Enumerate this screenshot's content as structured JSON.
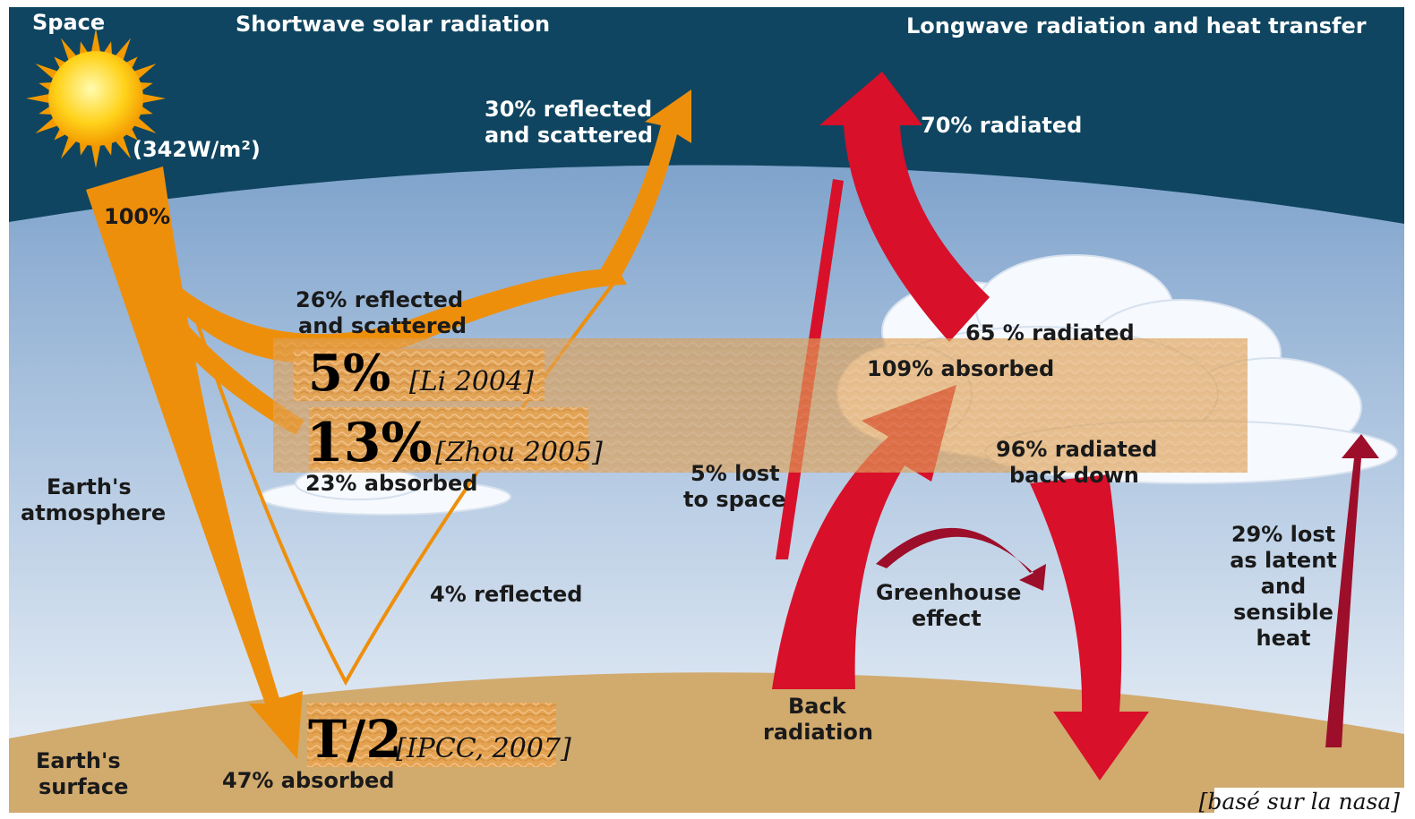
{
  "colors": {
    "space": "#0f4560",
    "atmosphere_top": "#7fa3cc",
    "atmosphere_bottom": "#e6eef7",
    "surface": "#d1aa6e",
    "shortwave_arrow": "#ee8f0c",
    "longwave_arrow": "#d8102a",
    "latent_arrow": "#9c0e2a",
    "overlay_box": "#e7a24e"
  },
  "headers": {
    "space": "Space",
    "shortwave": "Shortwave solar radiation",
    "longwave": "Longwave radiation and heat transfer"
  },
  "sun": {
    "icon": "sun-icon",
    "flux": "(342W/m²)"
  },
  "shortwave": {
    "incoming": "100%",
    "reflected_30": [
      "30% reflected",
      "and scattered"
    ],
    "reflected_26": [
      "26% reflected",
      "and scattered"
    ],
    "absorbed_23": "23% absorbed",
    "reflected_4": "4% reflected",
    "absorbed_47": "47% absorbed"
  },
  "longwave": {
    "radiated_70": "70% radiated",
    "radiated_65": "65 % radiated",
    "absorbed_109": "109% absorbed",
    "radiated_96": [
      "96% radiated",
      "back down"
    ],
    "lost_5": [
      "5% lost",
      "to space"
    ],
    "greenhouse": [
      "Greenhouse",
      "effect"
    ],
    "back_radiation": [
      "Back",
      "radiation"
    ],
    "latent": [
      "29% lost",
      "as latent",
      "and",
      "sensible",
      "heat"
    ]
  },
  "regions": {
    "atmosphere": [
      "Earth's",
      "atmosphere"
    ],
    "surface": [
      "Earth's",
      "surface"
    ]
  },
  "overlays": [
    {
      "value": "5%",
      "cite": "[Li 2004]"
    },
    {
      "value": "13%",
      "cite": "[Zhou 2005]"
    },
    {
      "value": "T/2",
      "cite": "[IPCC, 2007]"
    }
  ],
  "source": "[basé sur la nasa]"
}
